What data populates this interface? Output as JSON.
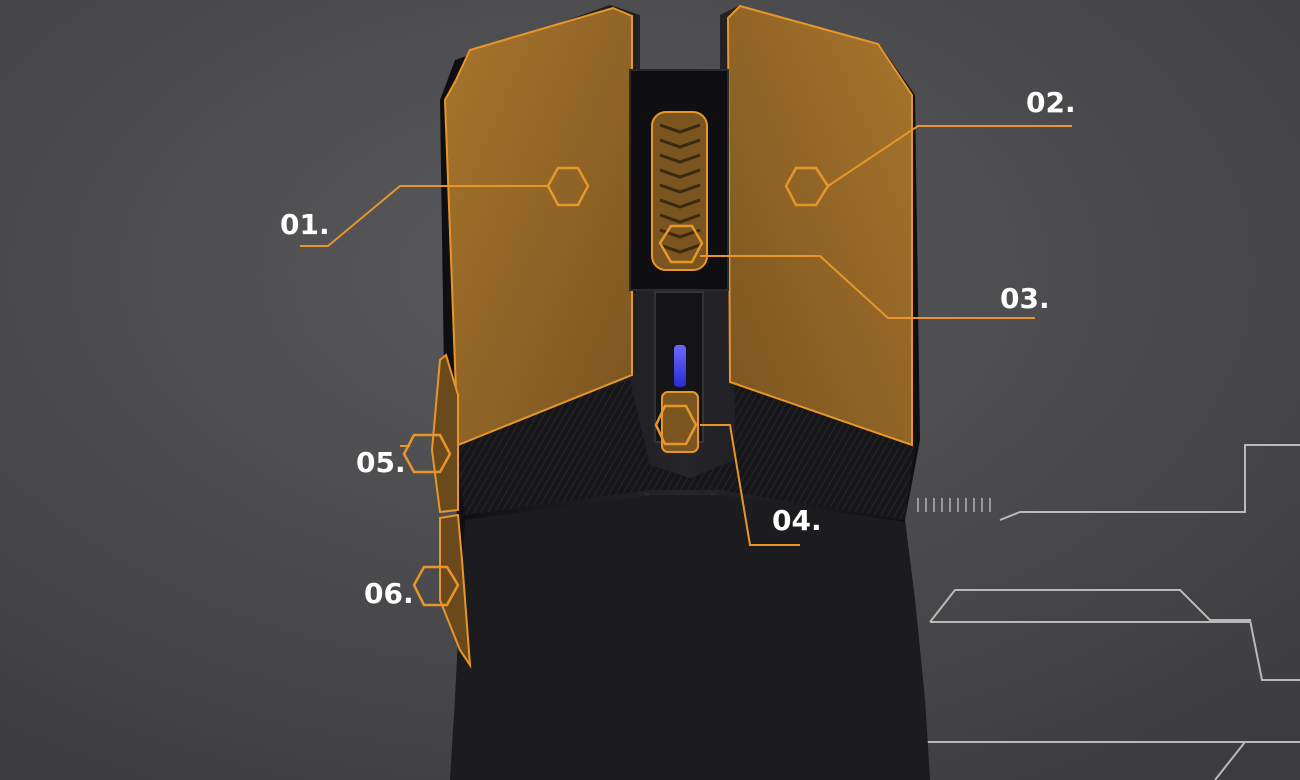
{
  "image": {
    "subject": "Gaming mouse with highlighted zones",
    "accent_color": "#e8962a",
    "background_color": "#4a4a4c",
    "mouse_body_color": "#1a1a1c",
    "highlight_fill_color": "#9a6a2a",
    "scroll_led_color": "#3c3cff"
  },
  "callouts": [
    {
      "label": "01."
    },
    {
      "label": "02."
    },
    {
      "label": "03."
    },
    {
      "label": "04."
    },
    {
      "label": "05."
    },
    {
      "label": "06."
    }
  ]
}
